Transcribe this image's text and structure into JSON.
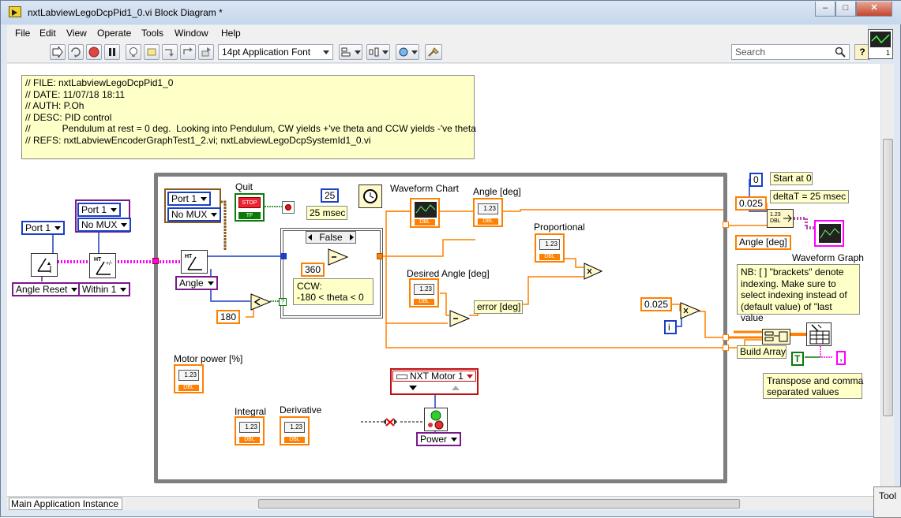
{
  "window": {
    "title": "nxtLabviewLegoDcpPid1_0.vi Block Diagram *"
  },
  "menu": [
    "File",
    "Edit",
    "View",
    "Operate",
    "Tools",
    "Window",
    "Help"
  ],
  "toolbar": {
    "font": "14pt Application Font",
    "search_placeholder": "Search",
    "help": "?"
  },
  "header_comment": [
    "// FILE: nxtLabviewLegoDcpPid1_0",
    "// DATE: 11/07/18 18:11",
    "// AUTH: P.Oh",
    "// DESC: PID control",
    "//            Pendulum at rest = 0 deg.  Looking into Pendulum, CW yields +'ve theta and CCW yields -'ve theta",
    "// REFS: nxtLabviewEncoderGraphTest1_2.vi; nxtLabviewLegoDcpSystemId1_0.vi"
  ],
  "left": {
    "port1": "Port 1",
    "port_ring": "Port 1",
    "mux_ring": "No MUX",
    "angle_reset": "Angle Reset",
    "within": "Within 1"
  },
  "loop": {
    "port_ring": "Port 1",
    "mux_ring": "No MUX",
    "angle_ring": "Angle",
    "quit_label": "Quit",
    "stop_text": "STOP",
    "tf": "TF",
    "wait_const": "25",
    "wait_label": "25 msec",
    "case_selector": "False",
    "const_360": "360",
    "const_180": "180",
    "ccw_comment": [
      "CCW:",
      "-180 < theta < 0"
    ],
    "waveform_chart": "Waveform Chart",
    "angle_deg": "Angle [deg]",
    "desired_angle": "Desired Angle [deg]",
    "proportional": "Proportional",
    "error_label": "error [deg]",
    "const_0025": "0.025",
    "iter": "i",
    "motor_power": "Motor power [%]",
    "integral": "Integral",
    "derivative": "Derivative",
    "motor_ring": "NXT Motor 1",
    "power_ring": "Power",
    "ind_value": "1.23",
    "ind_type": "DBL",
    "question": "?"
  },
  "right": {
    "const_0": "0",
    "start_at": "Start at 0",
    "const_0025": "0.025",
    "deltat": "deltaT = 25 msec",
    "angle_deg": "Angle [deg]",
    "waveform_graph": "Waveform Graph",
    "nb_comment": [
      "NB: [ ] \"brackets\" denote",
      "indexing.  Make sure to",
      "select indexing instead of",
      "(default value) of \"last value"
    ],
    "build_array": "Build Array",
    "t_const": "T",
    "comma": ",",
    "transpose_comment": [
      "Transpose and comma",
      "separated values"
    ]
  },
  "status": {
    "instance": "Main Application Instance",
    "tools": "Tool"
  },
  "colors": {
    "orange_wire": "#ff8000",
    "pink_wire": "#ff00ff",
    "blue_wire": "#1a3fc4",
    "loop_border": "#7f7f7f",
    "comment_bg": "#ffffc8"
  }
}
